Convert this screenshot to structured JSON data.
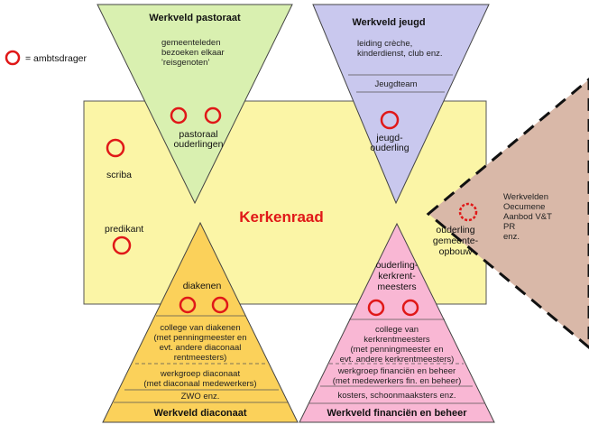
{
  "legend": {
    "label": "= ambtsdrager"
  },
  "center": {
    "title": "Kerkenraad",
    "left_labels": [
      "scriba",
      "predikant"
    ]
  },
  "pastoraat": {
    "title": "Werkveld pastoraat",
    "lines": [
      "gemeenteleden",
      "bezoeken elkaar",
      "'reisgenoten'"
    ],
    "role": [
      "pastoraal",
      "ouderlingen"
    ]
  },
  "jeugd": {
    "title": "Werkveld jeugd",
    "lines": [
      "leiding crèche,",
      "kinderdienst, club enz."
    ],
    "team": "Jeugdteam",
    "role": [
      "jeugd-",
      "ouderling"
    ]
  },
  "diaconaat": {
    "title": "Werkveld diaconaat",
    "role": "diakenen",
    "college": [
      "college van diakenen",
      "(met penningmeester en",
      "evt. andere diaconaal",
      "rentmeesters)"
    ],
    "werkgroep": [
      "werkgroep diaconaat",
      "(met diaconaal medewerkers)"
    ],
    "extra": "ZWO enz."
  },
  "financien": {
    "title": "Werkveld financiën en beheer",
    "role": [
      "ouderling-",
      "kerkrent-",
      "meesters"
    ],
    "college": [
      "college van",
      "kerkrentmeesters",
      "(met penningmeester en",
      "evt. andere kerkrentmeesters)"
    ],
    "werkgroep": [
      "werkgroep financiën en beheer",
      "(met medewerkers fin. en beheer)"
    ],
    "extra": "kosters, schoonmaaksters enz."
  },
  "gemeenteopbouw": {
    "role": [
      "ouderling",
      "gemeente-",
      "opbouw"
    ],
    "fields": [
      "Werkvelden",
      "Oecumene",
      "Aanbod V&T",
      "PR",
      "enz."
    ]
  },
  "colors": {
    "center": "#fbf5a6",
    "pastoraat": "#d9f0b0",
    "jeugd": "#c9c8ee",
    "diaconaat": "#fbd15a",
    "financien": "#f9b7d4",
    "gemeenteopbouw": "#d9b8a8",
    "marker": "#e01818"
  }
}
